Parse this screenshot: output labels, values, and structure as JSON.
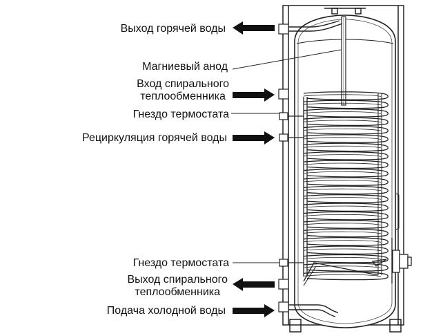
{
  "labels": {
    "hot_water_outlet": "Выход горячей воды",
    "magnesium_anode": "Магниевый анод",
    "coil_inlet_line1": "Вход спирального",
    "coil_inlet_line2": "теплообменника",
    "thermostat_socket_top": "Гнездо термостата",
    "hot_water_recirculation": "Рециркуляция горячей воды",
    "thermostat_socket_bottom": "Гнездо термостата",
    "coil_outlet_line1": "Выход спирального",
    "coil_outlet_line2": "теплообменника",
    "cold_water_supply": "Подача холодной воды"
  }
}
